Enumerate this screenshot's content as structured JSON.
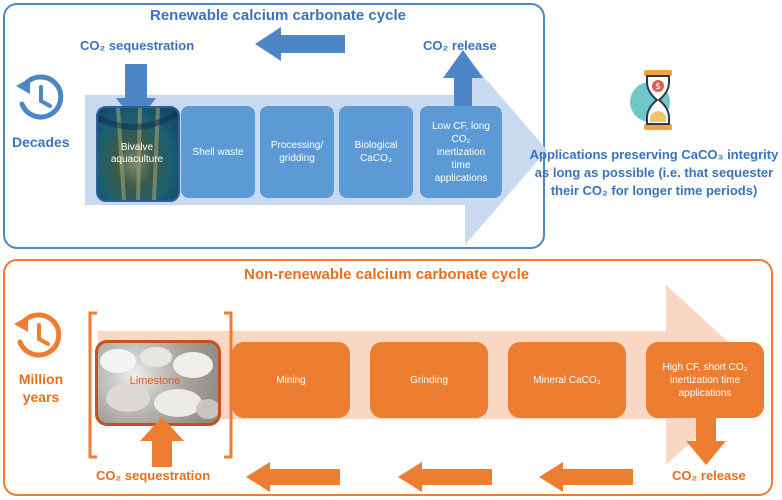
{
  "renewable": {
    "title": "Renewable calcium carbonate cycle",
    "sequestration": "CO₂ sequestration",
    "release": "CO₂ release",
    "timescale": "Decades",
    "steps": [
      "Bivalve aquaculture",
      "Shell waste",
      "Processing/ gridding",
      "Biological CaCO₃",
      "Low CF, long CO₂ inertization time applications"
    ]
  },
  "applications_note": "Applications preserving CaCO₃ integrity as long as possible (i.e.  that sequester their CO₂ for longer time periods)",
  "nonrenewable": {
    "title": "Non-renewable calcium carbonate cycle",
    "sequestration": "CO₂ sequestration",
    "release": "CO₂ release",
    "timescale": "Million years",
    "steps": [
      "Limestone",
      "Mining",
      "Grinding",
      "Mineral CaCO₃",
      "High CF, short CO₂ inertization time applications"
    ]
  },
  "colors": {
    "blue": "#4d86c6",
    "blue_box": "#5b9ad5",
    "orange": "#ed7d31",
    "light_blue_arrow": "#c9d9ef",
    "light_orange_arrow": "#f9d7c2"
  },
  "icons": [
    "clock-icon",
    "hourglass-dollar-icon"
  ]
}
